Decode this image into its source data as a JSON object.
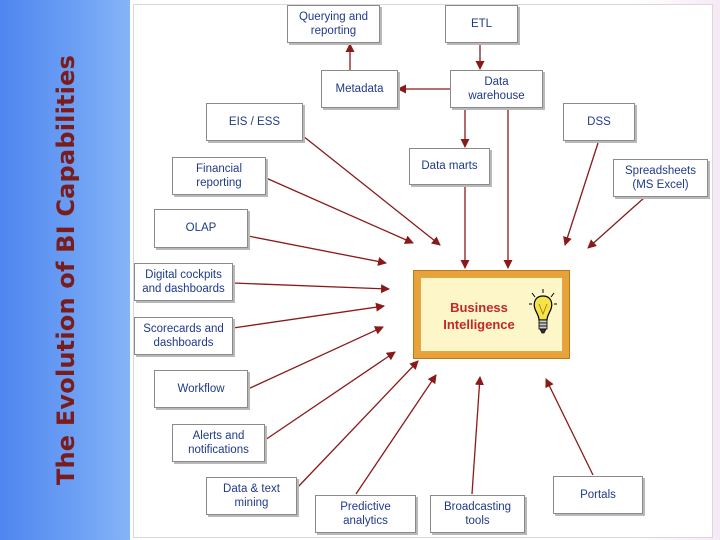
{
  "slide": {
    "title": "The Evolution of BI Capabilities"
  },
  "diagram": {
    "center": "Business\nIntelligence",
    "capabilities": {
      "querying_reporting": "Querying and\nreporting",
      "etl": "ETL",
      "metadata": "Metadata",
      "data_warehouse": "Data\nwarehouse",
      "eis_ess": "EIS / ESS",
      "dss": "DSS",
      "data_marts": "Data marts",
      "financial_reporting": "Financial\nreporting",
      "spreadsheets": "Spreadsheets\n(MS Excel)",
      "olap": "OLAP",
      "digital_cockpits": "Digital cockpits\nand dashboards",
      "scorecards": "Scorecards and\ndashboards",
      "workflow": "Workflow",
      "alerts": "Alerts and\nnotifications",
      "data_text_mining": "Data & text\nmining",
      "predictive_analytics": "Predictive\nanalytics",
      "broadcasting_tools": "Broadcasting\ntools",
      "portals": "Portals"
    }
  },
  "colors": {
    "side_band": "#5a8ff2",
    "title": "#7a1c1c",
    "box_text": "#1f3a8a",
    "center_frame": "#e8a23a",
    "center_text": "#c0282e",
    "arrow": "#8a1a1a"
  }
}
